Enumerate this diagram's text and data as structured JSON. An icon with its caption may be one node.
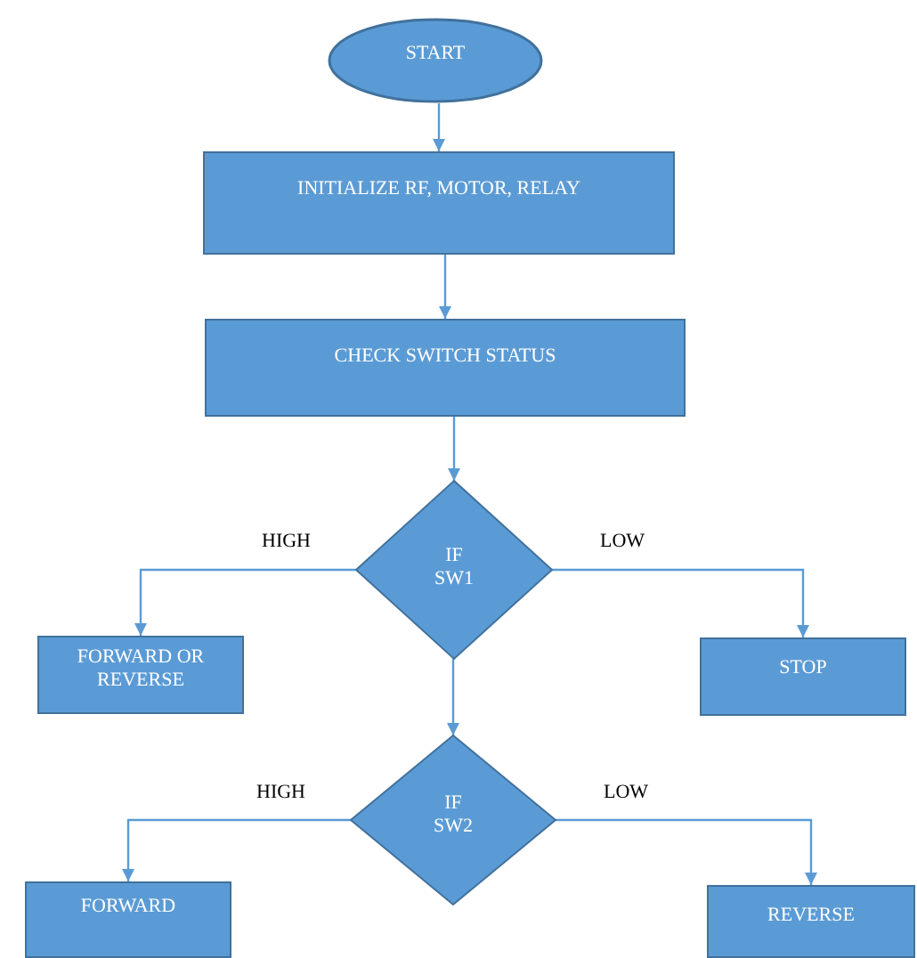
{
  "diagram": {
    "nodes": [
      {
        "text": [
          "START"
        ]
      },
      {
        "text": [
          "INITIALIZE RF, MOTOR, RELAY"
        ]
      },
      {
        "text": [
          "CHECK SWITCH STATUS"
        ]
      },
      {
        "text": [
          "IF SW1"
        ]
      },
      {
        "text": [
          "FORWARD OR REVERSE"
        ]
      },
      {
        "text": [
          "STOP"
        ]
      },
      {
        "text": [
          "IF SW2"
        ]
      },
      {
        "text": [
          "FORWARD"
        ]
      },
      {
        "text": [
          "REVERSE"
        ]
      }
    ],
    "edges": [
      {
        "from": 0,
        "to": 1,
        "arrow": "to"
      },
      {
        "from": 1,
        "to": 2,
        "arrow": "to"
      },
      {
        "from": 2,
        "to": 3,
        "arrow": "to"
      },
      {
        "from": 3,
        "to": 4,
        "arrow": "to",
        "label": "HIGH"
      },
      {
        "from": 3,
        "to": 5,
        "arrow": "to",
        "label": "LOW"
      },
      {
        "from": 3,
        "to": 6,
        "arrow": "to"
      },
      {
        "from": 6,
        "to": 7,
        "arrow": "to",
        "label": "HIGH"
      },
      {
        "from": 6,
        "to": 8,
        "arrow": "to",
        "label": "LOW"
      }
    ]
  }
}
